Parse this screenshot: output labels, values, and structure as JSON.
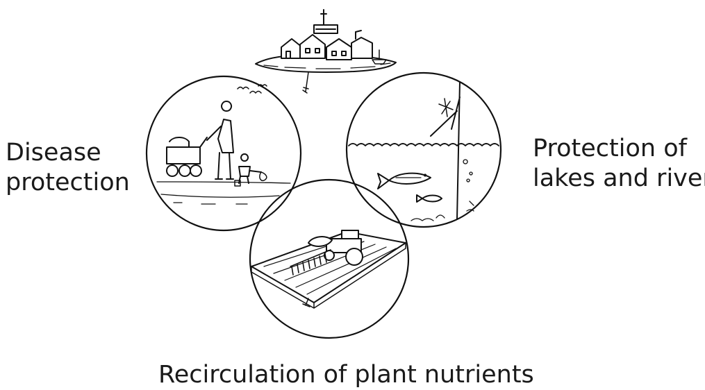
{
  "labels": {
    "disease": "Disease\nprotection",
    "lakes": "Protection of\nlakes and rivers",
    "recirculation": "Recirculation of plant nutrients"
  }
}
